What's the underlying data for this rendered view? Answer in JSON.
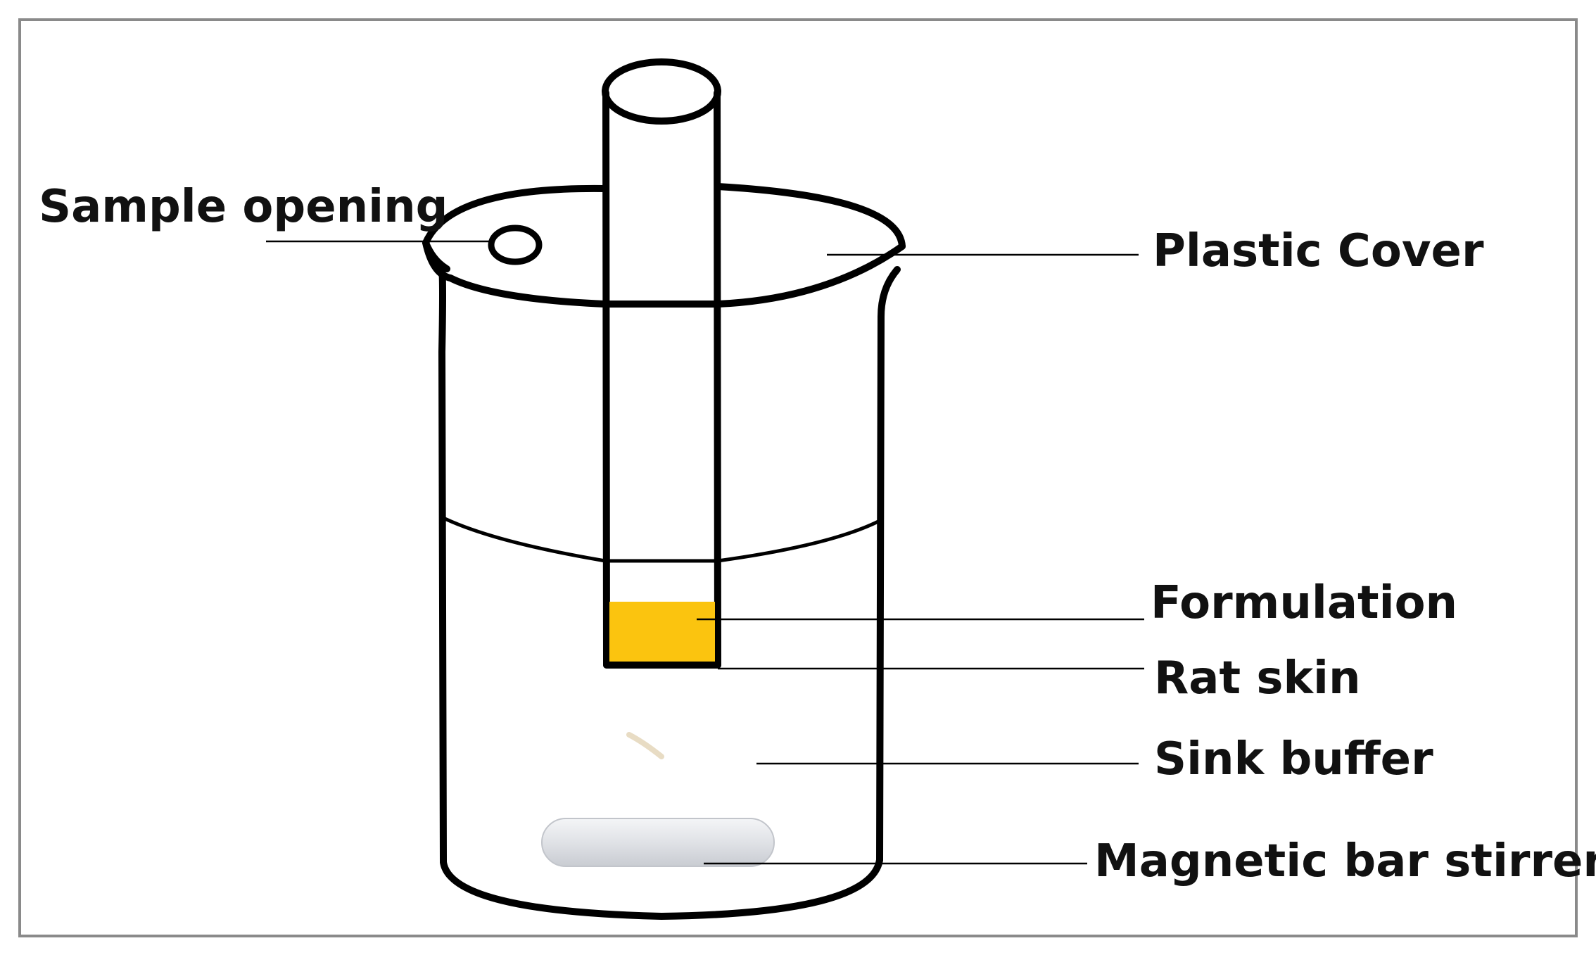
{
  "labels": {
    "sample_opening": "Sample opening",
    "plastic_cover": "Plastic Cover",
    "formulation": "Formulation",
    "rat_skin": "Rat skin",
    "sink_buffer": "Sink buffer",
    "magnetic_bar_stirrer": "Magnetic bar stirrer"
  },
  "colors": {
    "formulation": "#FBC40F",
    "stirrer": "#E4E6EA",
    "frame": "#8A8A8A",
    "ink": "#000000"
  }
}
